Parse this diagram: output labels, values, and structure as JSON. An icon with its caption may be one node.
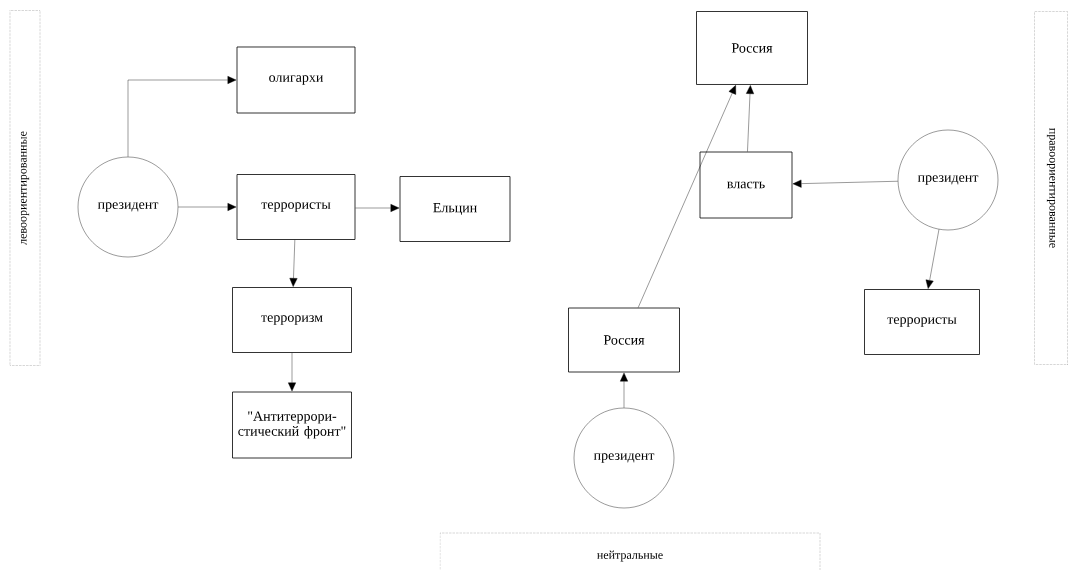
{
  "diagram": {
    "nodes": [
      {
        "text": [
          "левоориентированные"
        ]
      },
      {
        "text": [
          "президент"
        ]
      },
      {
        "text": [
          "олигархи"
        ]
      },
      {
        "text": [
          "террористы"
        ]
      },
      {
        "text": [
          "Ельцин"
        ]
      },
      {
        "text": [
          "терроризм"
        ]
      },
      {
        "text": [
          "\"Антитеррори-стический фронт\""
        ]
      },
      {
        "text": [
          "Россия"
        ]
      },
      {
        "text": [
          "власть"
        ]
      },
      {
        "text": [
          "президент"
        ]
      },
      {
        "text": [
          "террористы"
        ]
      },
      {
        "text": [
          "Россия"
        ]
      },
      {
        "text": [
          "президент"
        ]
      },
      {
        "text": [
          "правоориентированные"
        ]
      },
      {
        "text": [
          "нейтральные"
        ]
      }
    ],
    "edges": [
      {
        "from": 1,
        "to": 2,
        "arrow": "to"
      },
      {
        "from": 1,
        "to": 3,
        "arrow": "to"
      },
      {
        "from": 3,
        "to": 4,
        "arrow": "to"
      },
      {
        "from": 3,
        "to": 5,
        "arrow": "to"
      },
      {
        "from": 5,
        "to": 6,
        "arrow": "to"
      },
      {
        "from": 8,
        "to": 7,
        "arrow": "to"
      },
      {
        "from": 9,
        "to": 8,
        "arrow": "to"
      },
      {
        "from": 9,
        "to": 10,
        "arrow": "to"
      },
      {
        "from": 11,
        "to": 7,
        "arrow": "to"
      },
      {
        "from": 12,
        "to": 11,
        "arrow": "to"
      }
    ]
  }
}
